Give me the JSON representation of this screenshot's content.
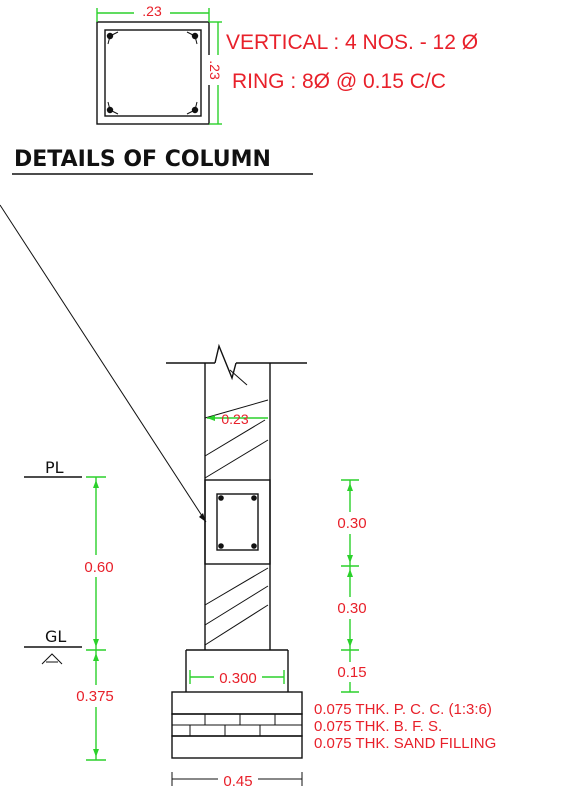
{
  "column_detail": {
    "dim_top": ".23",
    "dim_side": ".23",
    "note_vertical": "VERTICAL : 4 NOS. - 12 Ø",
    "note_ring": "RING : 8Ø @ 0.15 C/C"
  },
  "title": "DETAILS OF COLUMN",
  "section": {
    "pl_label": "PL",
    "gl_label": "GL",
    "dim_wall": "0.23",
    "dim_above_gl": "0.60",
    "dim_below_gl": "0.375",
    "dim_upper": "0.30",
    "dim_middle": "0.30",
    "dim_lower": "0.15",
    "dim_footing_inner": "0.300",
    "dim_footing_width": "0.45",
    "layer_pcc": "0.075 THK. P. C. C. (1:3:6)",
    "layer_bfs": "0.075 THK. B. F. S.",
    "layer_sand": "0.075 THK. SAND FILLING"
  },
  "colors": {
    "text": "#e8202a",
    "dimension": "#2bd12b",
    "line": "#111111"
  }
}
